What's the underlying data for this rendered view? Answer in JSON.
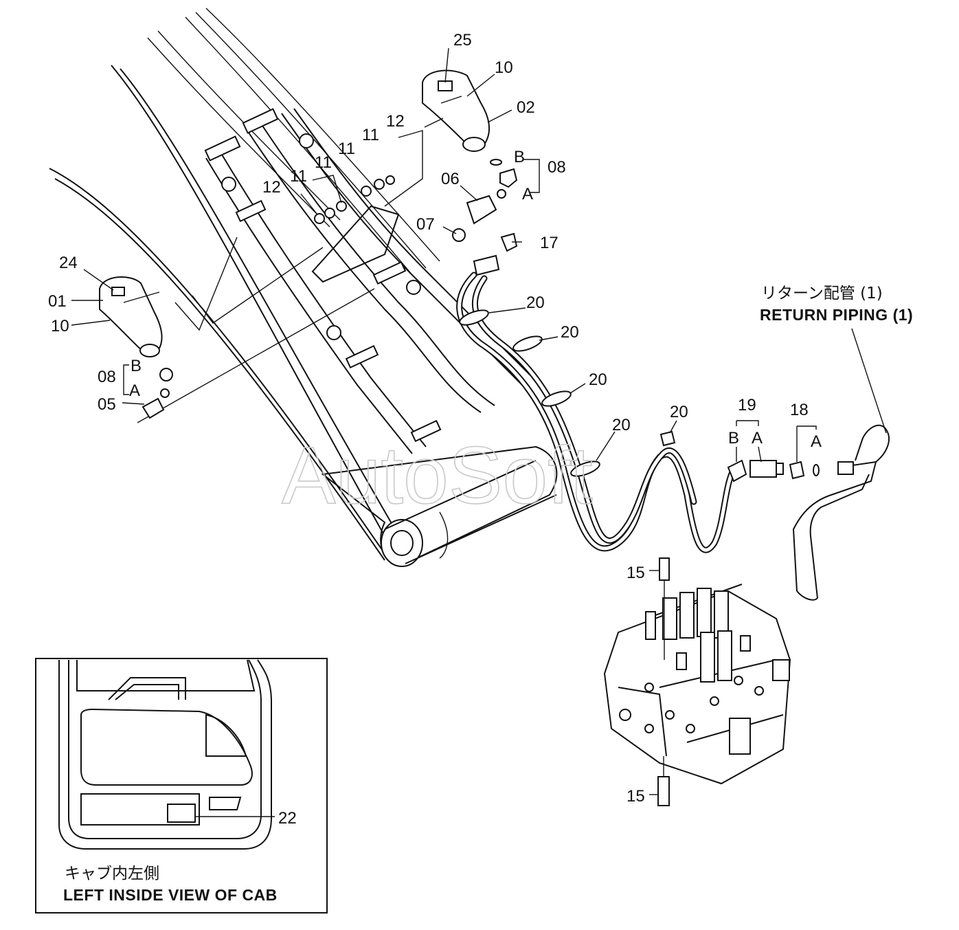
{
  "watermark": "AutoSoft",
  "callouts": [
    {
      "id": "c25",
      "text": "25"
    },
    {
      "id": "c10a",
      "text": "10"
    },
    {
      "id": "c02",
      "text": "02"
    },
    {
      "id": "c12a",
      "text": "12"
    },
    {
      "id": "c11a",
      "text": "11"
    },
    {
      "id": "c11b",
      "text": "11"
    },
    {
      "id": "c11c",
      "text": "11"
    },
    {
      "id": "c11d",
      "text": "11"
    },
    {
      "id": "c12b",
      "text": "12"
    },
    {
      "id": "cB1",
      "text": "B"
    },
    {
      "id": "c08a",
      "text": "08"
    },
    {
      "id": "cA1",
      "text": "A"
    },
    {
      "id": "c06",
      "text": "06"
    },
    {
      "id": "c07",
      "text": "07"
    },
    {
      "id": "c17",
      "text": "17"
    },
    {
      "id": "c24",
      "text": "24"
    },
    {
      "id": "c01",
      "text": "01"
    },
    {
      "id": "c10b",
      "text": "10"
    },
    {
      "id": "cB2",
      "text": "B"
    },
    {
      "id": "c08b",
      "text": "08"
    },
    {
      "id": "cA2",
      "text": "A"
    },
    {
      "id": "c05",
      "text": "05"
    },
    {
      "id": "c20a",
      "text": "20"
    },
    {
      "id": "c20b",
      "text": "20"
    },
    {
      "id": "c20c",
      "text": "20"
    },
    {
      "id": "c20d",
      "text": "20"
    },
    {
      "id": "c20e",
      "text": "20"
    },
    {
      "id": "c19",
      "text": "19"
    },
    {
      "id": "cB3",
      "text": "B"
    },
    {
      "id": "cA3",
      "text": "A"
    },
    {
      "id": "c18",
      "text": "18"
    },
    {
      "id": "cA4",
      "text": "A"
    },
    {
      "id": "c15a",
      "text": "15"
    },
    {
      "id": "c15b",
      "text": "15"
    },
    {
      "id": "c22",
      "text": "22"
    }
  ],
  "return_piping": {
    "jp": "リターン配管 (1)",
    "en": "RETURN PIPING (1)"
  },
  "inset": {
    "jp": "キャブ内左側",
    "en": "LEFT INSIDE VIEW OF CAB"
  }
}
